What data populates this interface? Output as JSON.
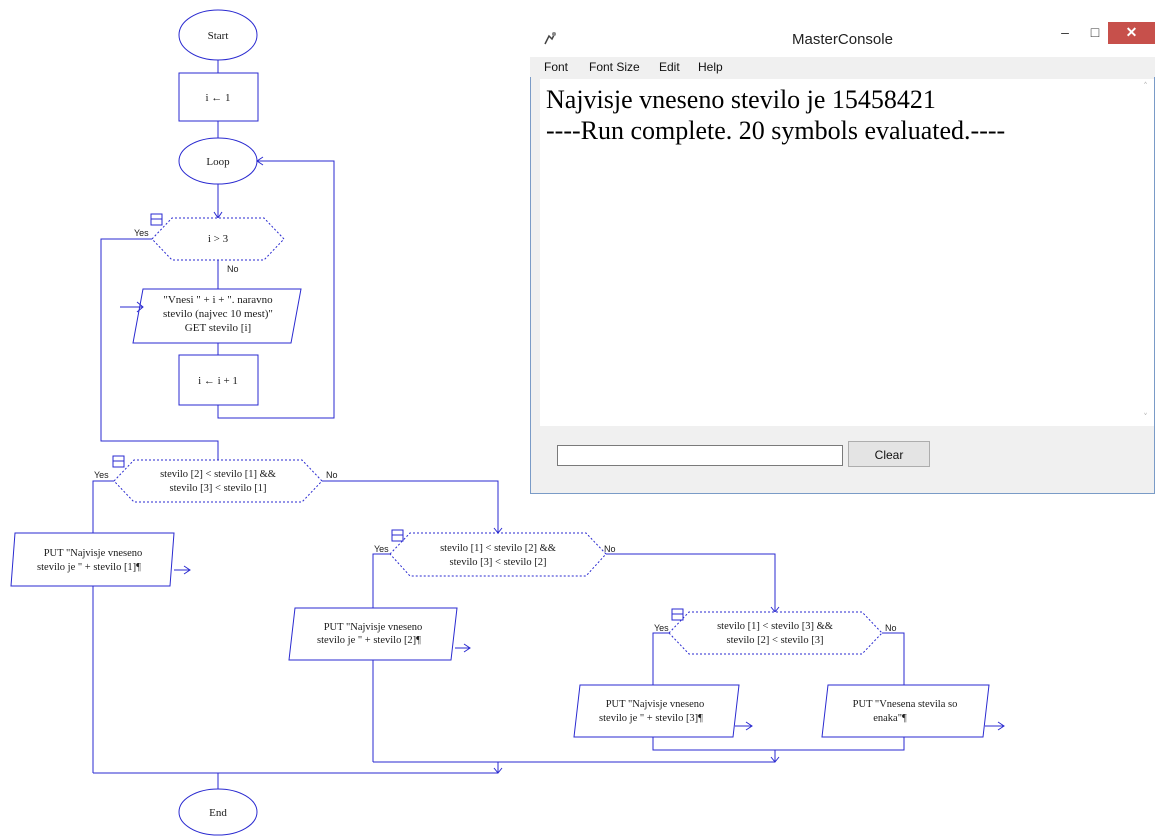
{
  "flowchart": {
    "start": "Start",
    "init": "i ← 1",
    "loop": "Loop",
    "loop_cond": "i > 3",
    "input_lines": [
      "\"Vnesi \" + i + \". naravno",
      "stevilo (najvec 10 mest)\"",
      "GET stevilo [i]"
    ],
    "increment": "i ← i  + 1",
    "dec1_lines": [
      "stevilo [2] < stevilo [1] &&",
      "stevilo [3] < stevilo [1]"
    ],
    "dec2_lines": [
      "stevilo [1] < stevilo [2] &&",
      "stevilo [3] < stevilo [2]"
    ],
    "dec3_lines": [
      "stevilo [1] < stevilo [3] &&",
      "stevilo [2] < stevilo [3]"
    ],
    "put1_lines": [
      "PUT \"Najvisje vneseno",
      "stevilo je \" + stevilo [1]¶"
    ],
    "put2_lines": [
      "PUT \"Najvisje vneseno",
      "stevilo je \" + stevilo [2]¶"
    ],
    "put3_lines": [
      "PUT \"Najvisje vneseno",
      "stevilo je \" + stevilo [3]¶"
    ],
    "put4_lines": [
      "PUT \"Vnesena stevila so",
      "enaka\"¶"
    ],
    "yes": "Yes",
    "no": "No",
    "end": "End"
  },
  "console": {
    "title": "MasterConsole",
    "minimize": "–",
    "maximize": "□",
    "close": "✕",
    "menu": [
      "Font",
      "Font Size",
      "Edit",
      "Help"
    ],
    "output": [
      "Najvisje vneseno stevilo je 15458421",
      "----Run complete.  20 symbols evaluated.----"
    ],
    "input_value": "",
    "clear_label": "Clear",
    "scroll_up": "˄",
    "scroll_down": "˅"
  },
  "colors": {
    "flow_line": "#1f1fcc",
    "title_close": "#c7504b"
  },
  "icons": [
    "app-icon",
    "minimize-icon",
    "maximize-icon",
    "close-icon",
    "collapse-icon"
  ]
}
